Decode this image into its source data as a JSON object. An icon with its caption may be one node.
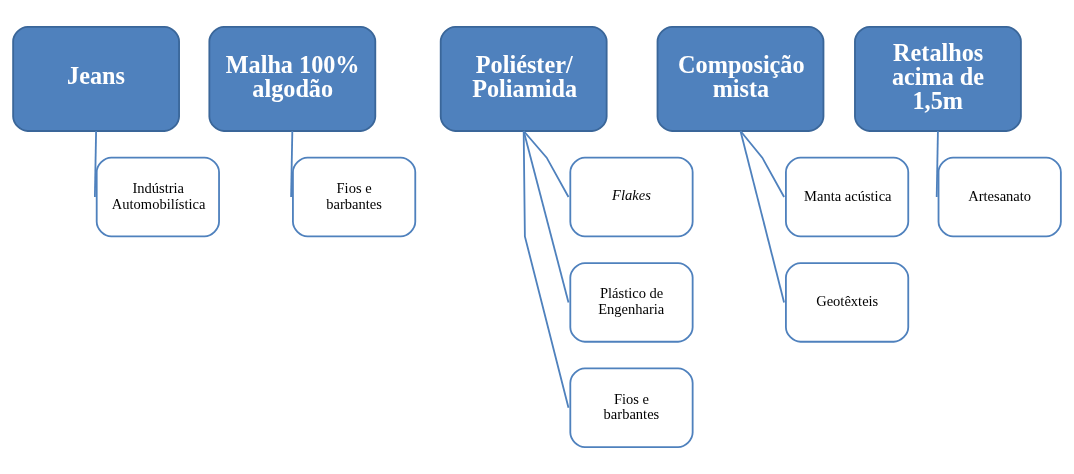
{
  "diagram": {
    "nodes": [
      {
        "text": [
          "Jeans"
        ]
      },
      {
        "text": [
          "Indústria Automobilística"
        ]
      },
      {
        "text": [
          "Malha 100% algodão"
        ]
      },
      {
        "text": [
          "Fios e barbantes"
        ]
      },
      {
        "text": [
          "Poliéster/ Poliamida"
        ]
      },
      {
        "text": [
          "Flakes"
        ]
      },
      {
        "text": [
          "Plástico de Engenharia"
        ]
      },
      {
        "text": [
          "Fios e barbantes"
        ]
      },
      {
        "text": [
          "Composição mista"
        ]
      },
      {
        "text": [
          "Manta acústica"
        ]
      },
      {
        "text": [
          "Geotêxteis"
        ]
      },
      {
        "text": [
          "Retalhos acima de 1,5m"
        ]
      },
      {
        "text": [
          "Artesanato"
        ]
      }
    ],
    "edges": [
      {
        "from": 0,
        "to": 1,
        "arrow": "none"
      },
      {
        "from": 2,
        "to": 3,
        "arrow": "none"
      },
      {
        "from": 4,
        "to": 5,
        "arrow": "none"
      },
      {
        "from": 4,
        "to": 6,
        "arrow": "none"
      },
      {
        "from": 4,
        "to": 7,
        "arrow": "none"
      },
      {
        "from": 8,
        "to": 9,
        "arrow": "none"
      },
      {
        "from": 8,
        "to": 10,
        "arrow": "none"
      },
      {
        "from": 11,
        "to": 12,
        "arrow": "none"
      }
    ]
  }
}
